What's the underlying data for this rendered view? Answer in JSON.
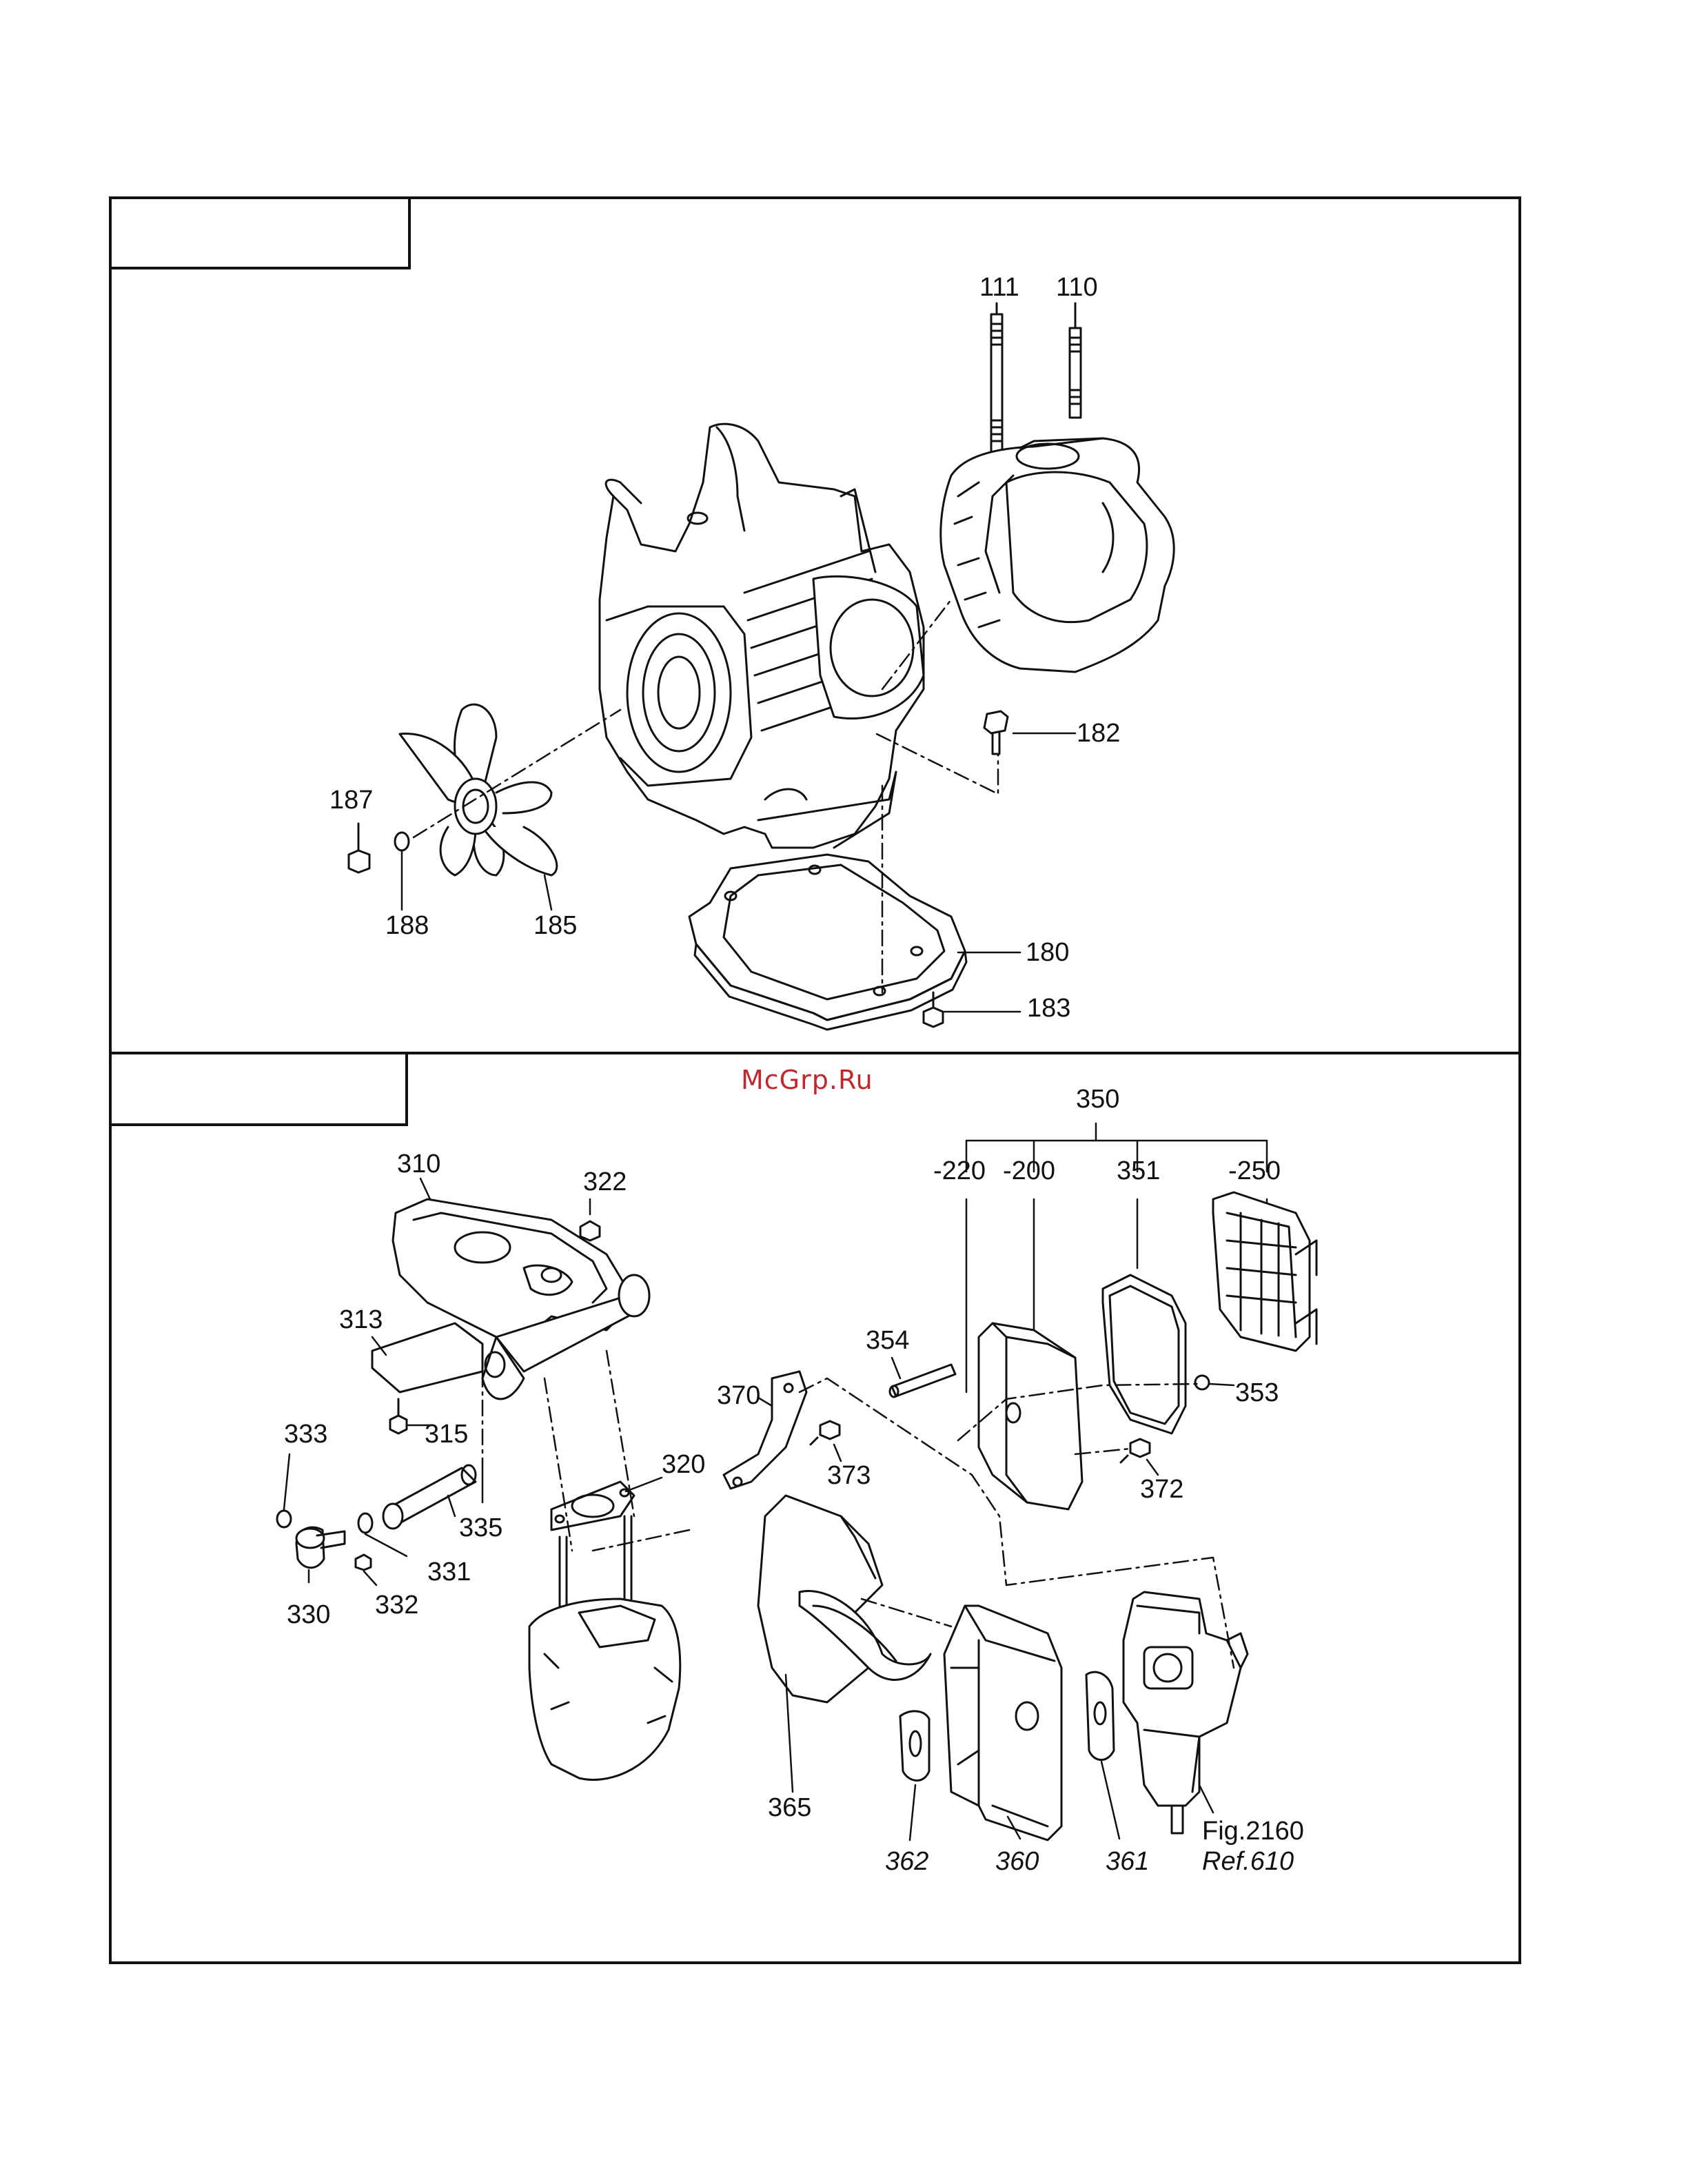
{
  "watermark": "McGrp.Ru",
  "upper_panel": {
    "labels": {
      "p111": "111",
      "p110": "110",
      "p182": "182",
      "p187": "187",
      "p188": "188",
      "p185": "185",
      "p180": "180",
      "p183": "183"
    }
  },
  "lower_panel": {
    "labels": {
      "p350": "350",
      "p220": "-220",
      "p200": "-200",
      "p351": "351",
      "p250": "-250",
      "p310": "310",
      "p322": "322",
      "p313": "313",
      "p354": "354",
      "p370": "370",
      "p353": "353",
      "p315": "315",
      "p373": "373",
      "p372": "372",
      "p333": "333",
      "p320": "320",
      "p335": "335",
      "p331": "331",
      "p332": "332",
      "p330": "330",
      "p365": "365",
      "p362": "362",
      "p360": "360",
      "p361": "361",
      "fig_ref": "Fig.2160",
      "ref_no": "Ref.610"
    }
  }
}
